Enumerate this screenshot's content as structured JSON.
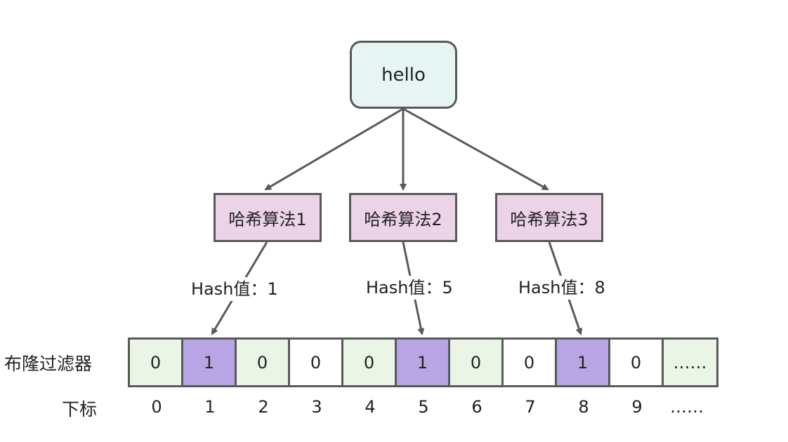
{
  "source": {
    "label": "hello"
  },
  "hash_functions": [
    "哈希算法1",
    "哈希算法2",
    "哈希算法3"
  ],
  "hash_values": [
    "Hash值：1",
    "Hash值：5",
    "Hash值：8"
  ],
  "row_labels": {
    "filter": "布隆过滤器",
    "index": "下标"
  },
  "bits": [
    "0",
    "1",
    "0",
    "0",
    "0",
    "1",
    "0",
    "0",
    "1",
    "0",
    "……"
  ],
  "indices": [
    "0",
    "1",
    "2",
    "3",
    "4",
    "5",
    "6",
    "7",
    "8",
    "9",
    "……"
  ],
  "colors": {
    "set_bit": "#b8a5e3",
    "light_cell": "#eaf5e6",
    "empty_cell": "#ffffff",
    "hash_box": "#ecd3e7",
    "source_box": "#e6f4f3",
    "stroke": "#595959"
  }
}
